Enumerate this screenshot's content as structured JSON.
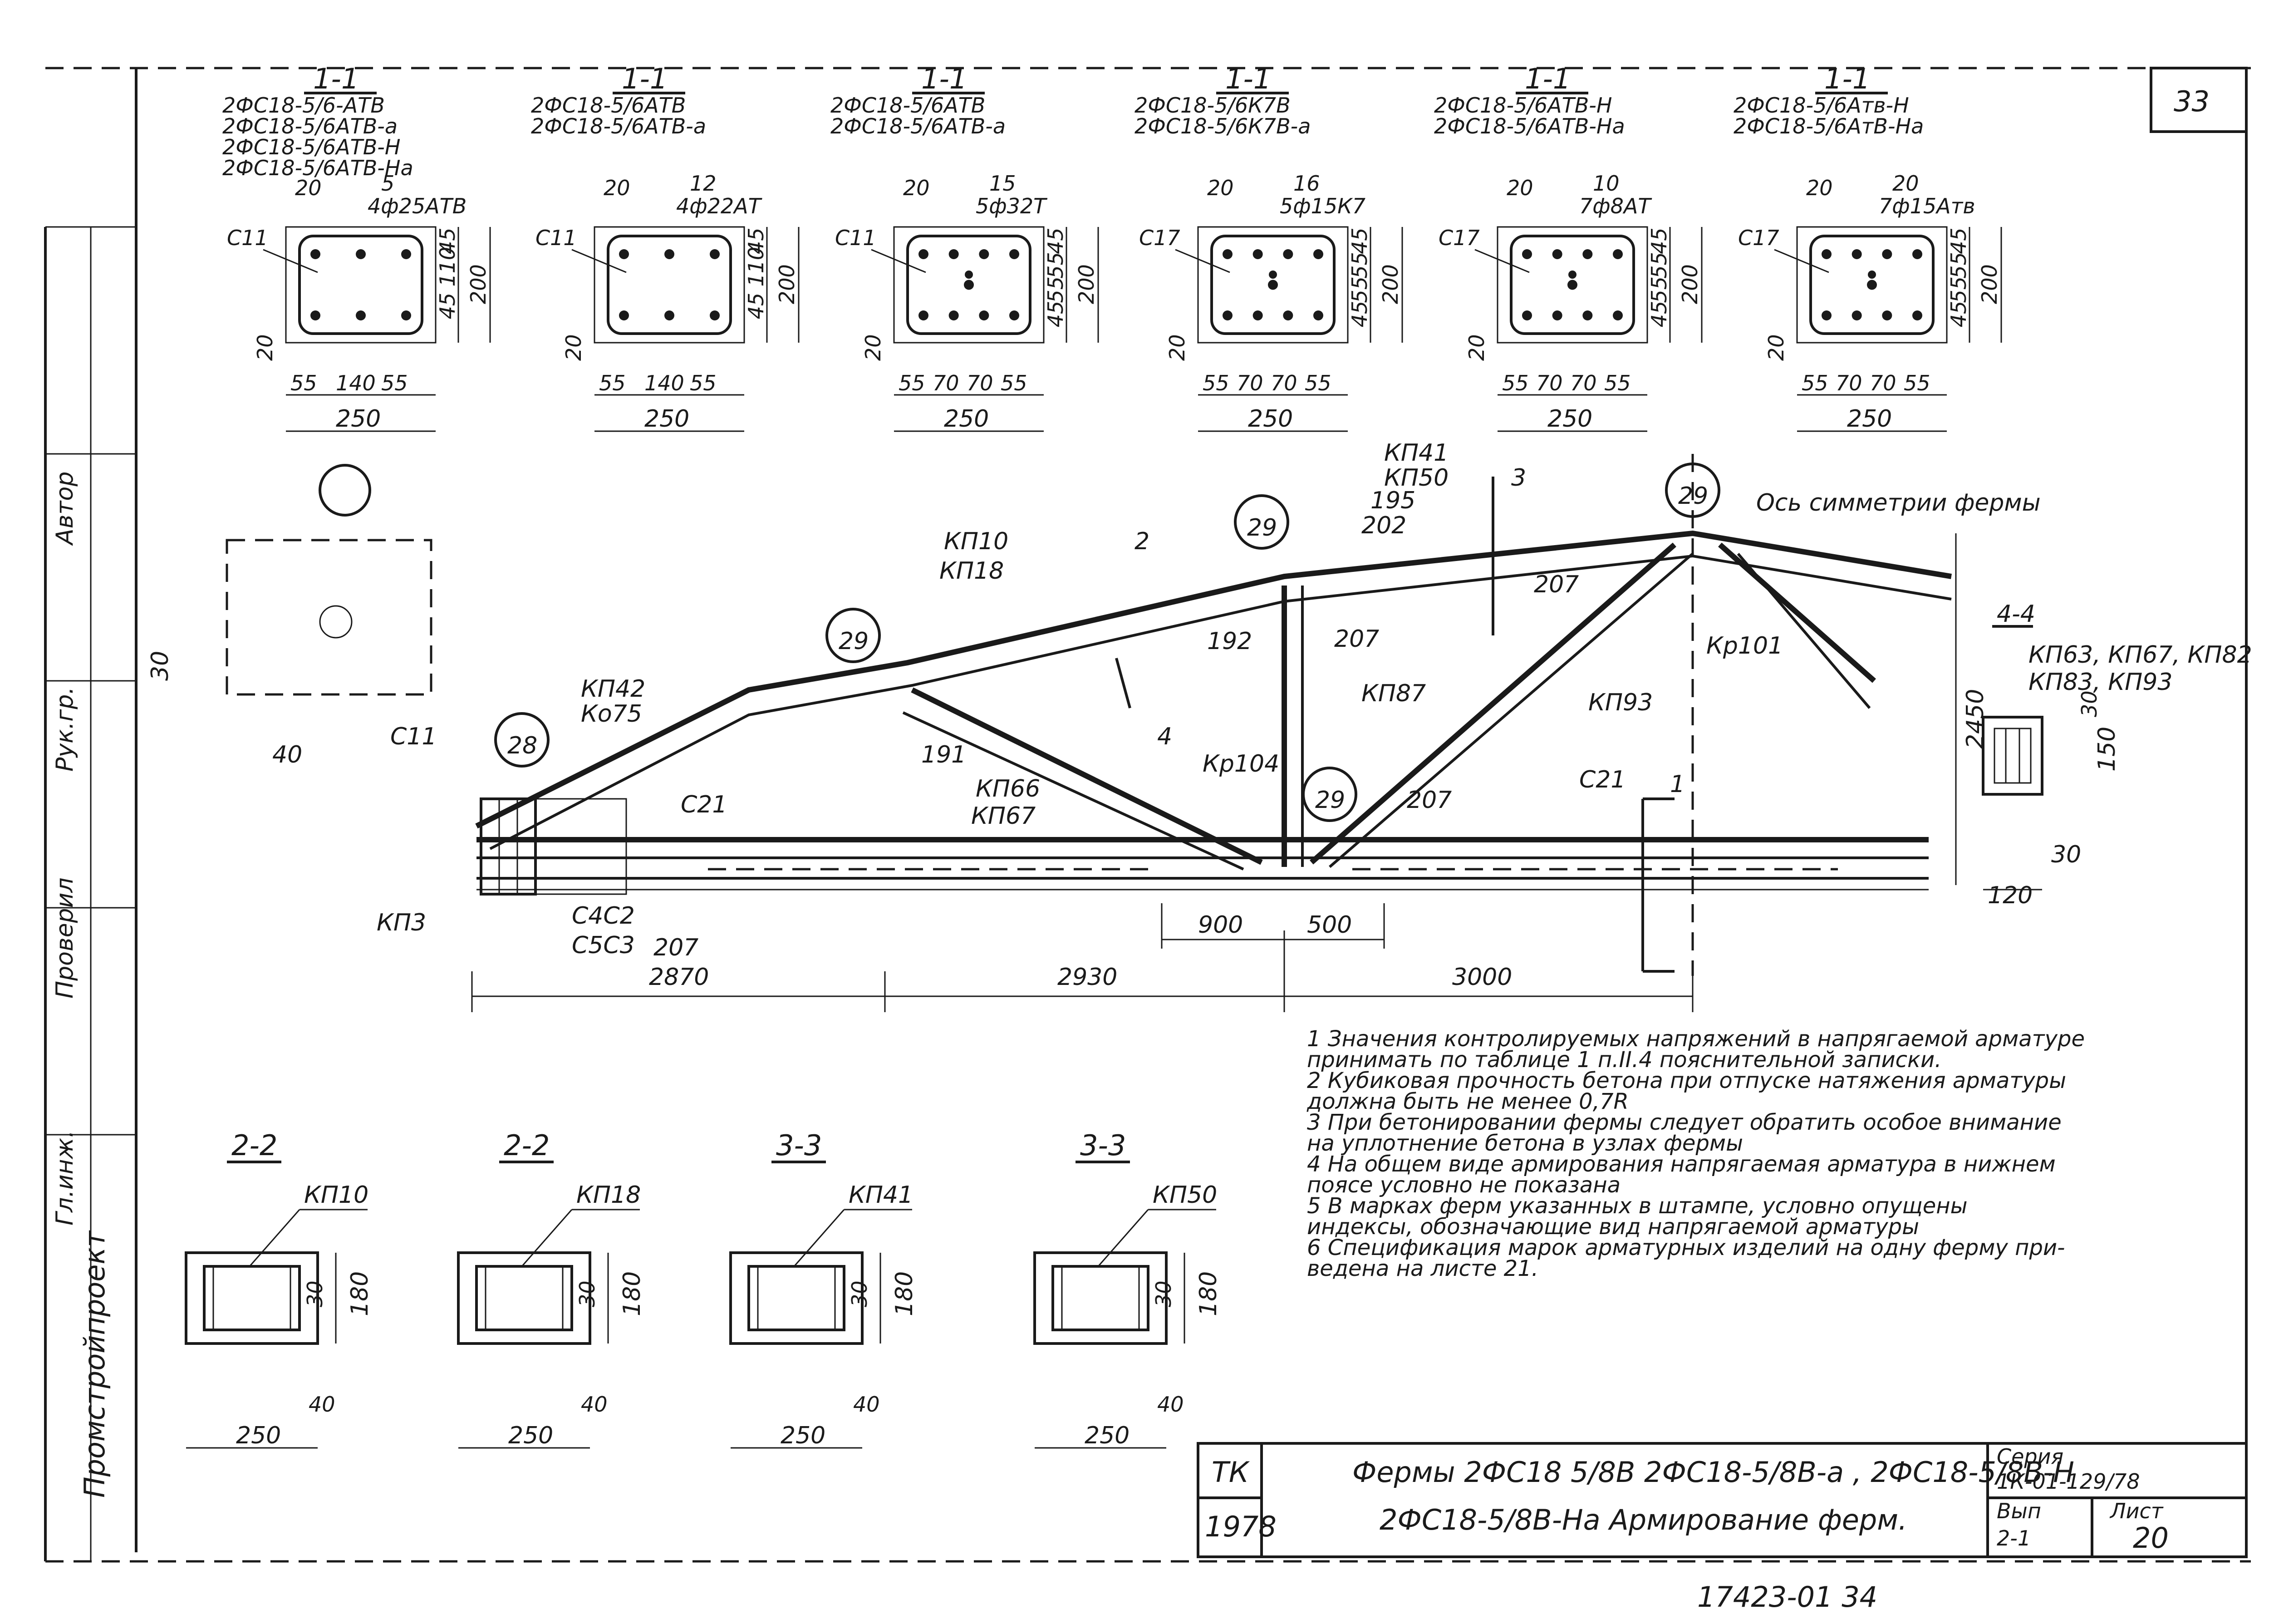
{
  "sheet": {
    "page_number": "33",
    "series_label": "Серия",
    "series_value": "1К-01-129/78",
    "issue_label": "Вып",
    "issue_value": "2-1",
    "sheet_label": "Лист",
    "sheet_value": "20",
    "org": "ТК",
    "year": "1978",
    "title_line1": "Фермы 2ФС18 5/8В   2ФС18-5/8В-а  , 2ФС18-5/8В-Н",
    "title_line2": "2ФС18-5/8В-На   Армирование ферм.",
    "bottom_code": "17423-01   34",
    "side_org": "Промстройпроект",
    "side_labels": [
      "Автор",
      "Рук.гр.",
      "Проверил",
      "Гл.инж."
    ]
  },
  "sections": [
    {
      "cut": "1-1",
      "marks": [
        "2ФС18-5/6-АТВ",
        "2ФС18-5/6АТВ-а",
        "2ФС18-5/6АТВ-Н",
        "2ФС18-5/6АТВ-На"
      ],
      "rebar": "4ф25АТВ",
      "width": "250",
      "height": "200",
      "cover": "20",
      "dims_bottom": [
        "55",
        "140",
        "55"
      ],
      "dims_side": [
        "45",
        "110",
        "45"
      ],
      "top_a": "20",
      "top_b": "5",
      "mesh": "С11"
    },
    {
      "cut": "1-1",
      "marks": [
        "2ФС18-5/6АТВ",
        "2ФС18-5/6АТВ-а"
      ],
      "rebar": "4ф22АТ",
      "width": "250",
      "height": "200",
      "cover": "20",
      "dims_bottom": [
        "55",
        "140",
        "55"
      ],
      "dims_side": [
        "45",
        "110",
        "45"
      ],
      "top_a": "20",
      "top_b": "12",
      "mesh": "С11"
    },
    {
      "cut": "1-1",
      "marks": [
        "2ФС18-5/6АТВ",
        "2ФС18-5/6АТВ-а"
      ],
      "rebar": "5ф32Т",
      "width": "250",
      "height": "200",
      "cover": "20",
      "dims_bottom": [
        "55",
        "70",
        "70",
        "55"
      ],
      "dims_side": [
        "45",
        "55",
        "55",
        "45"
      ],
      "top_a": "20",
      "top_b": "15",
      "mesh": "С11"
    },
    {
      "cut": "1-1",
      "marks": [
        "2ФС18-5/6К7В",
        "2ФС18-5/6К7В-а"
      ],
      "rebar": "5ф15К7",
      "width": "250",
      "height": "200",
      "cover": "20",
      "dims_bottom": [
        "55",
        "70",
        "70",
        "55"
      ],
      "dims_side": [
        "45",
        "55",
        "55",
        "45"
      ],
      "top_a": "20",
      "top_b": "16",
      "mesh": "С17"
    },
    {
      "cut": "1-1",
      "marks": [
        "2ФС18-5/6АТВ-Н",
        "2ФС18-5/6АТВ-На"
      ],
      "rebar": "7ф8АТ",
      "width": "250",
      "height": "200",
      "cover": "20",
      "dims_bottom": [
        "55",
        "70",
        "70",
        "55"
      ],
      "dims_side": [
        "45",
        "55",
        "55",
        "45"
      ],
      "top_a": "20",
      "top_b": "10",
      "mesh": "С17"
    },
    {
      "cut": "1-1",
      "marks": [
        "2ФС18-5/6Атв-Н",
        "2ФС18-5/6АтВ-На"
      ],
      "rebar": "7ф15Атв",
      "width": "250",
      "height": "200",
      "cover": "20",
      "dims_bottom": [
        "55",
        "70",
        "70",
        "55"
      ],
      "dims_side": [
        "45",
        "55",
        "55",
        "45"
      ],
      "top_a": "20",
      "top_b": "20",
      "mesh": "С17"
    }
  ],
  "truss": {
    "axis_label": "Ось симметрии фермы",
    "height": "2450",
    "spans": [
      "2870",
      "2930",
      "3000"
    ],
    "sub_spans": [
      "900",
      "500"
    ],
    "node_refs": [
      "28",
      "29",
      "29",
      "29",
      "29"
    ],
    "node_ref_num": "3",
    "cut_marks": [
      "1",
      "2",
      "3",
      "4"
    ],
    "callouts": [
      "КП10",
      "КП18",
      "КП41",
      "КП50",
      "195",
      "202",
      "207",
      "192",
      "207",
      "191",
      "КП66",
      "КП67",
      "Кр104",
      "КП87",
      "КП93",
      "Кр101",
      "207",
      "С21",
      "С11",
      "КП42",
      "Ко75",
      "С4С2",
      "С5С3",
      "207",
      "КП3",
      "30",
      "40",
      "С21"
    ]
  },
  "section_44": {
    "cut": "4-4",
    "marks": [
      "КП63, КП67, КП82",
      "КП83, КП93"
    ],
    "width": "120",
    "height": "150",
    "a": "30",
    "b": "30"
  },
  "small_sections": [
    {
      "cut": "2-2",
      "mark": "КП10",
      "width": "250",
      "height": "180",
      "a": "30",
      "b": "40"
    },
    {
      "cut": "2-2",
      "mark": "КП18",
      "width": "250",
      "height": "180",
      "a": "30",
      "b": "40"
    },
    {
      "cut": "3-3",
      "mark": "КП41",
      "width": "250",
      "height": "180",
      "a": "30",
      "b": "40"
    },
    {
      "cut": "3-3",
      "mark": "КП50",
      "width": "250",
      "height": "180",
      "a": "30",
      "b": "40"
    }
  ],
  "notes": [
    "1 Значения контролируемых напряжений в напрягаемой арматуре",
    "принимать по таблице 1 п.II.4 пояснительной записки.",
    "2 Кубиковая прочность бетона при отпуске натяжения арматуры",
    "должна быть не менее 0,7R",
    "3 При бетонировании фермы следует обратить особое внимание",
    "на уплотнение бетона в узлах фермы",
    "4 На общем виде армирования напрягаемая арматура в нижнем",
    "поясе условно не показана",
    "5 В марках ферм указанных в штампе, условно опущены",
    "индексы, обозначающие вид напрягаемой арматуры",
    "6 Спецификация марок арматурных изделий на одну ферму при-",
    "ведена на листе 21."
  ]
}
